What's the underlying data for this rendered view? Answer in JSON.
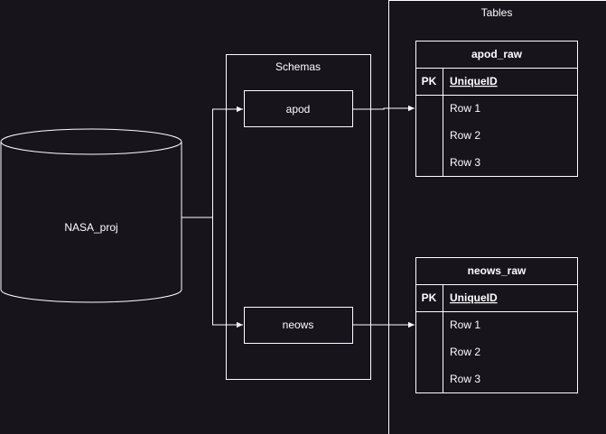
{
  "database": {
    "label": "NASA_proj"
  },
  "schemas": {
    "title": "Schemas",
    "items": [
      {
        "label": "apod"
      },
      {
        "label": "neows"
      }
    ]
  },
  "tables": {
    "title": "Tables",
    "items": [
      {
        "name": "apod_raw",
        "key_label": "PK",
        "key_field": "UniqueID",
        "rows": [
          "Row 1",
          "Row 2",
          "Row 3"
        ]
      },
      {
        "name": "neows_raw",
        "key_label": "PK",
        "key_field": "UniqueID",
        "rows": [
          "Row 1",
          "Row 2",
          "Row 3"
        ]
      }
    ]
  },
  "colors": {
    "background": "#17141c",
    "stroke": "#ffffff",
    "text": "#ffffff"
  }
}
